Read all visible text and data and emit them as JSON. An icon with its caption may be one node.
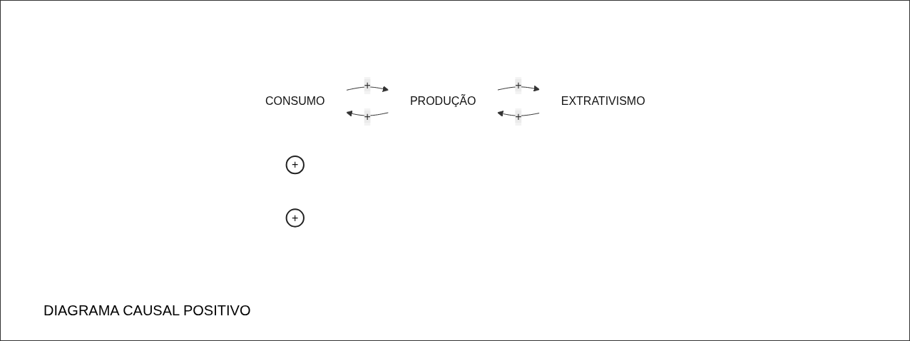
{
  "diagram": {
    "caption": "DIAGRAMA CAUSAL POSITIVO",
    "nodes": [
      {
        "text": [
          "CONSUMO"
        ]
      },
      {
        "text": [
          "+"
        ]
      },
      {
        "text": [
          "PRODUÇÃO"
        ]
      },
      {
        "text": [
          "+"
        ]
      },
      {
        "text": [
          "EXTRATIVISMO"
        ]
      }
    ],
    "edges": [
      {
        "from": 2,
        "to": 0,
        "arrow": "to",
        "label": "+"
      },
      {
        "from": 0,
        "to": 2,
        "arrow": "to",
        "label": "+"
      },
      {
        "from": 2,
        "to": 4,
        "arrow": "to",
        "label": "+"
      },
      {
        "from": 4,
        "to": 2,
        "arrow": "to",
        "label": "+"
      }
    ]
  }
}
